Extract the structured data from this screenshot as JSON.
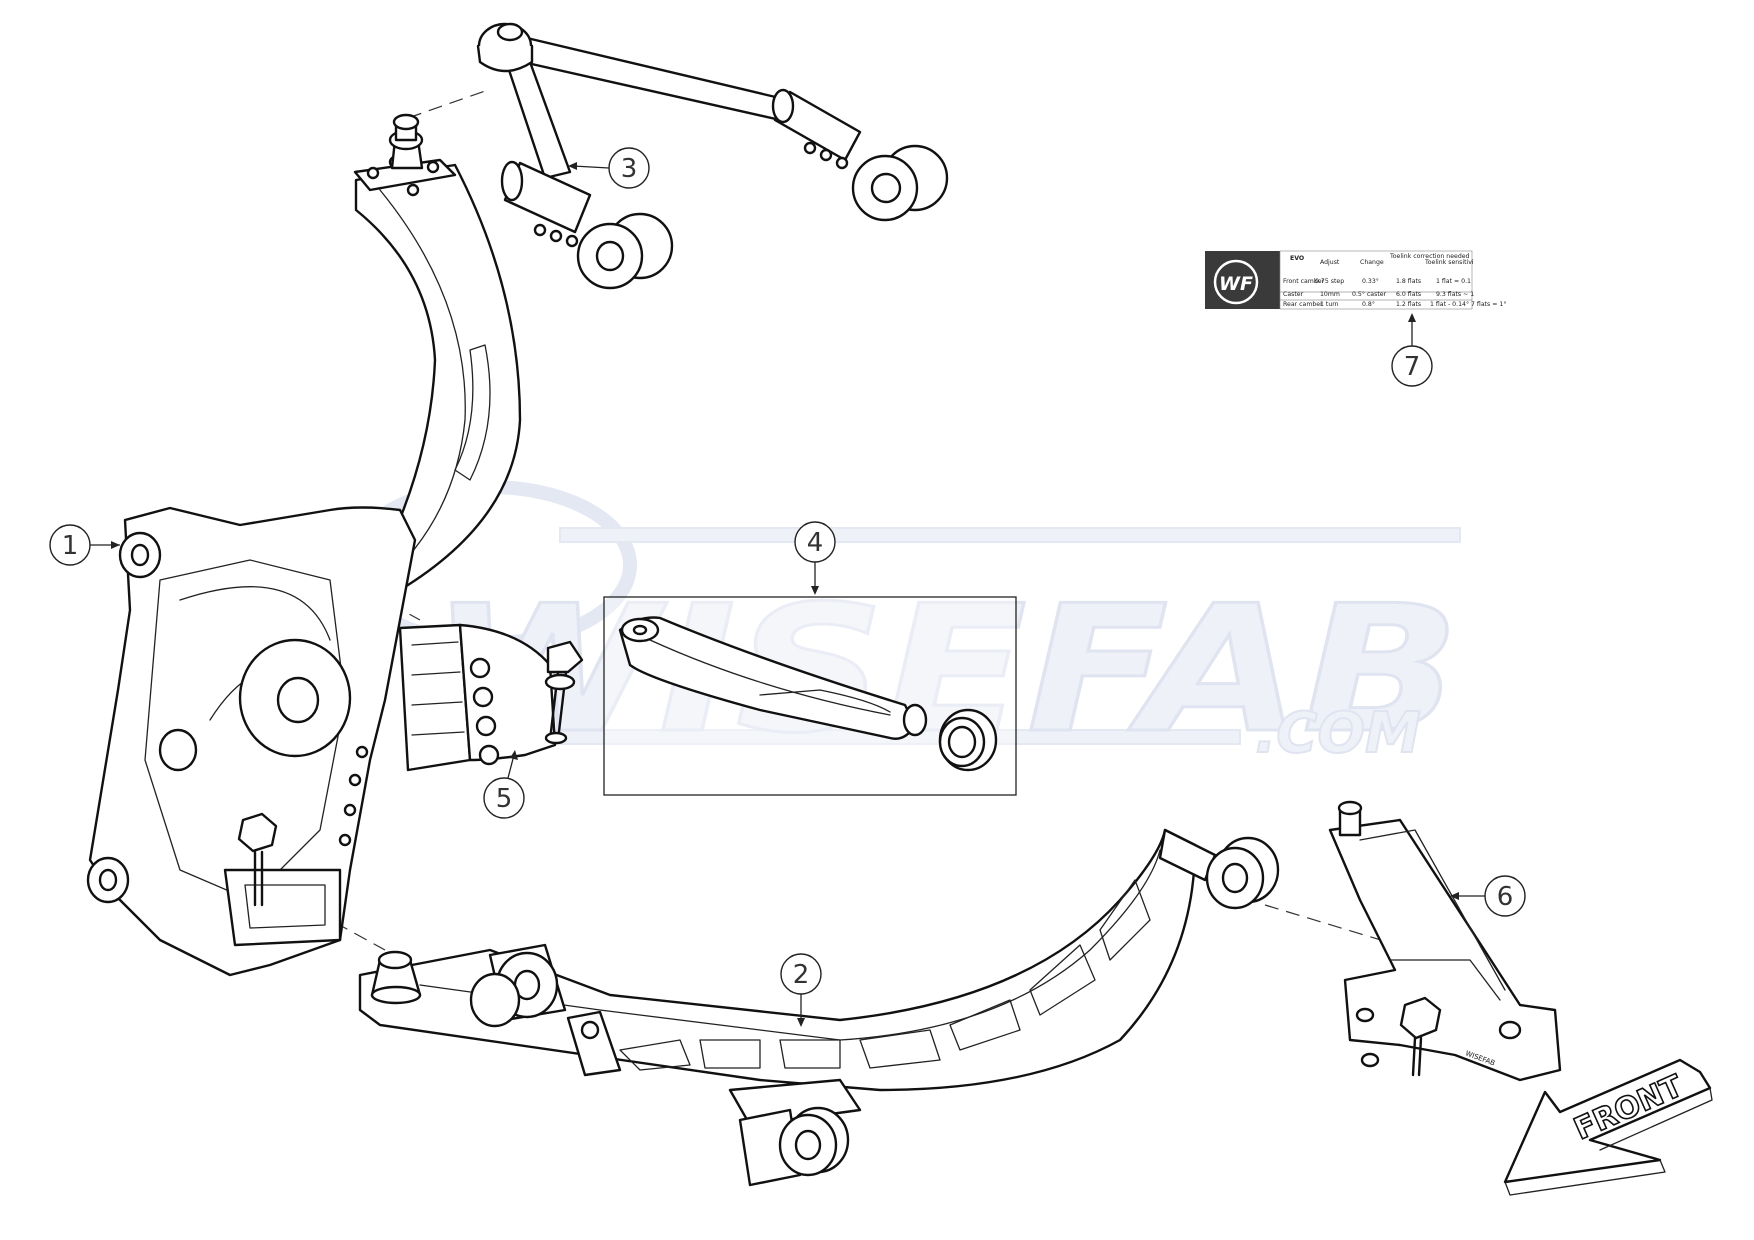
{
  "watermark": {
    "brand": "WISEFAB",
    "domain": ".COM"
  },
  "callouts": [
    {
      "id": "1",
      "label": "1"
    },
    {
      "id": "2",
      "label": "2"
    },
    {
      "id": "3",
      "label": "3"
    },
    {
      "id": "4",
      "label": "4"
    },
    {
      "id": "5",
      "label": "5"
    },
    {
      "id": "6",
      "label": "6"
    },
    {
      "id": "7",
      "label": "7"
    }
  ],
  "sticker": {
    "logo_text": "WF",
    "table_title": "EVO",
    "headers": [
      "Adjust",
      "Change",
      "Toelink correction needed",
      "Toelink sensitivi"
    ],
    "rows": [
      {
        "name": "Front camber",
        "adjust": "0.75 step",
        "change": "0.33°",
        "correction": "1.8 flats",
        "sensitivity": "1 flat = 0.1"
      },
      {
        "name": "Caster",
        "adjust": "10mm",
        "change": "0.5° caster",
        "correction": "6.0 flats",
        "sensitivity": "9.3 flats ~ 1"
      },
      {
        "name": "Rear camber",
        "adjust": "1 turn",
        "change": "0.8°",
        "correction": "1.2 flats",
        "sensitivity": "1 flat - 0.14°  7 flats = 1°"
      }
    ]
  },
  "part_engraving": "WISEFAB",
  "front_arrow": {
    "label": "FRONT"
  },
  "colors": {
    "line": "#111111",
    "watermark_fill": "#eef1f8",
    "watermark_stroke": "#dfe4f0",
    "sticker_logo_bg": "#3a3a3a"
  }
}
